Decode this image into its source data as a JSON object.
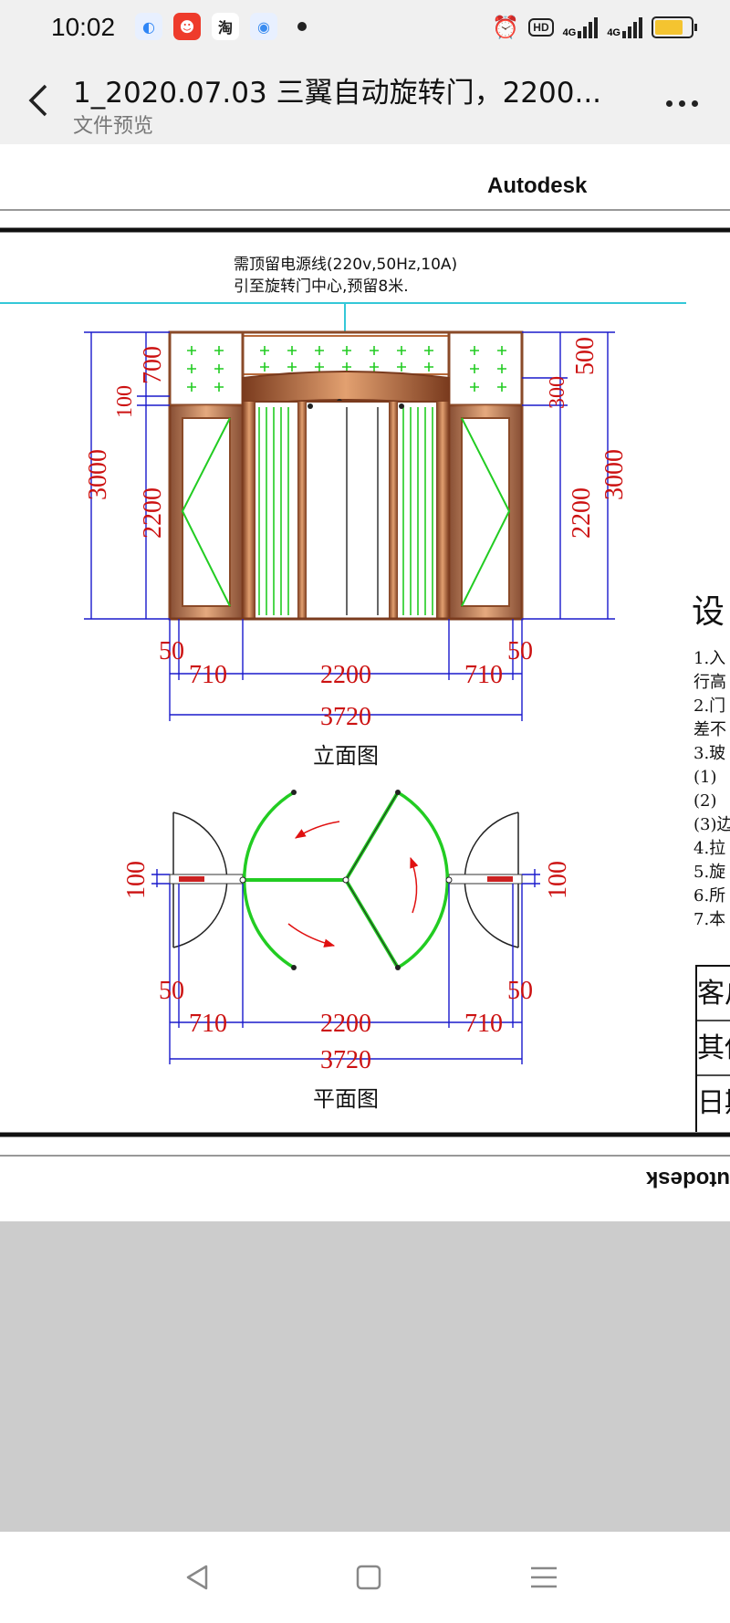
{
  "status": {
    "time": "10:02",
    "apps": [
      {
        "icon": "browser-icon",
        "color": "#2f86f6",
        "glyph": "◐"
      },
      {
        "icon": "red-app-icon",
        "color": "#ee3b2b",
        "glyph": "☻"
      },
      {
        "icon": "taobao-icon",
        "color": "#ffffff",
        "glyph": "淘"
      },
      {
        "icon": "blue-app-icon",
        "color": "#3a8cf0",
        "glyph": "◉"
      }
    ],
    "indicators": [
      "alarm-icon",
      "hd-icon",
      "signal-4g-icon",
      "signal-4g-icon",
      "battery-icon"
    ],
    "hd_label": "HD",
    "net_label": "4G"
  },
  "header": {
    "title": "1_2020.07.03 三翼自动旋转门，2200...",
    "subtitle": "文件预览",
    "back_icon": "chevron-left-icon",
    "more_icon": "more-dots-icon"
  },
  "drawing": {
    "brand_top": "Autodesk",
    "brand_bottom_mirrored": "utodesk",
    "power_note_line1": "需顶留电源线(220v,50Hz,10A)",
    "power_note_line2": "引至旋转门中心,预留8米.",
    "elevation": {
      "label": "立面图",
      "left_dims": [
        "700",
        "100",
        "3000",
        "2200"
      ],
      "right_dims": [
        "500",
        "300",
        "3000",
        "2200"
      ],
      "bottom_dims": [
        "50",
        "710",
        "2200",
        "710",
        "50"
      ],
      "total": "3720"
    },
    "plan": {
      "label": "平面图",
      "side_dims": [
        "100",
        "100"
      ],
      "bottom_dims": [
        "50",
        "710",
        "2200",
        "710",
        "50"
      ],
      "total": "3720"
    },
    "notes_title": "设",
    "notes": [
      "1.入",
      "行高",
      "2.门",
      "差不",
      "3.玻",
      "(1)",
      "(2)",
      "(3)边",
      "4.拉",
      "5.旋",
      "6.所",
      "7.本"
    ],
    "table_rows": [
      "客户",
      "其他",
      "日期"
    ],
    "colors": {
      "dim_blue": "#1a1acc",
      "dim_red": "#cc1111",
      "glass_green": "#22cc22",
      "frame_brown": "#b86a3a",
      "cyan_line": "#34c8d8"
    }
  },
  "nav": {
    "icons": [
      "nav-back-icon",
      "nav-home-icon",
      "nav-menu-icon"
    ]
  }
}
